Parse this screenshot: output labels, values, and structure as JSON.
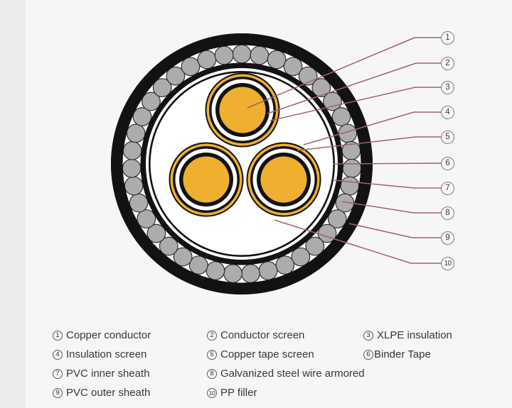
{
  "diagram": {
    "description": "3-core armored power cable cross-section",
    "callouts": [
      "1",
      "2",
      "3",
      "4",
      "5",
      "6",
      "7",
      "8",
      "9",
      "10"
    ]
  },
  "legend": {
    "items": [
      {
        "num": "1",
        "label": "Copper conductor"
      },
      {
        "num": "2",
        "label": "Conductor screen"
      },
      {
        "num": "3",
        "label": "XLPE insulation"
      },
      {
        "num": "4",
        "label": "Insulation screen"
      },
      {
        "num": "5",
        "label": "Copper tape screen"
      },
      {
        "num": "6",
        "label": "Binder Tape"
      },
      {
        "num": "7",
        "label": "PVC inner sheath"
      },
      {
        "num": "8",
        "label": "Galvanized steel wire armored"
      },
      {
        "num": "9",
        "label": "PVC outer sheath"
      },
      {
        "num": "10",
        "label": "PP filler"
      }
    ]
  },
  "colors": {
    "ink": "#121212",
    "paper": "#ffffff",
    "copper": "#F0B02F",
    "armor": "#ACACAC",
    "armor-edge": "#2e2e2e",
    "line": "#A7606A",
    "bg": "#f6f6f6"
  }
}
